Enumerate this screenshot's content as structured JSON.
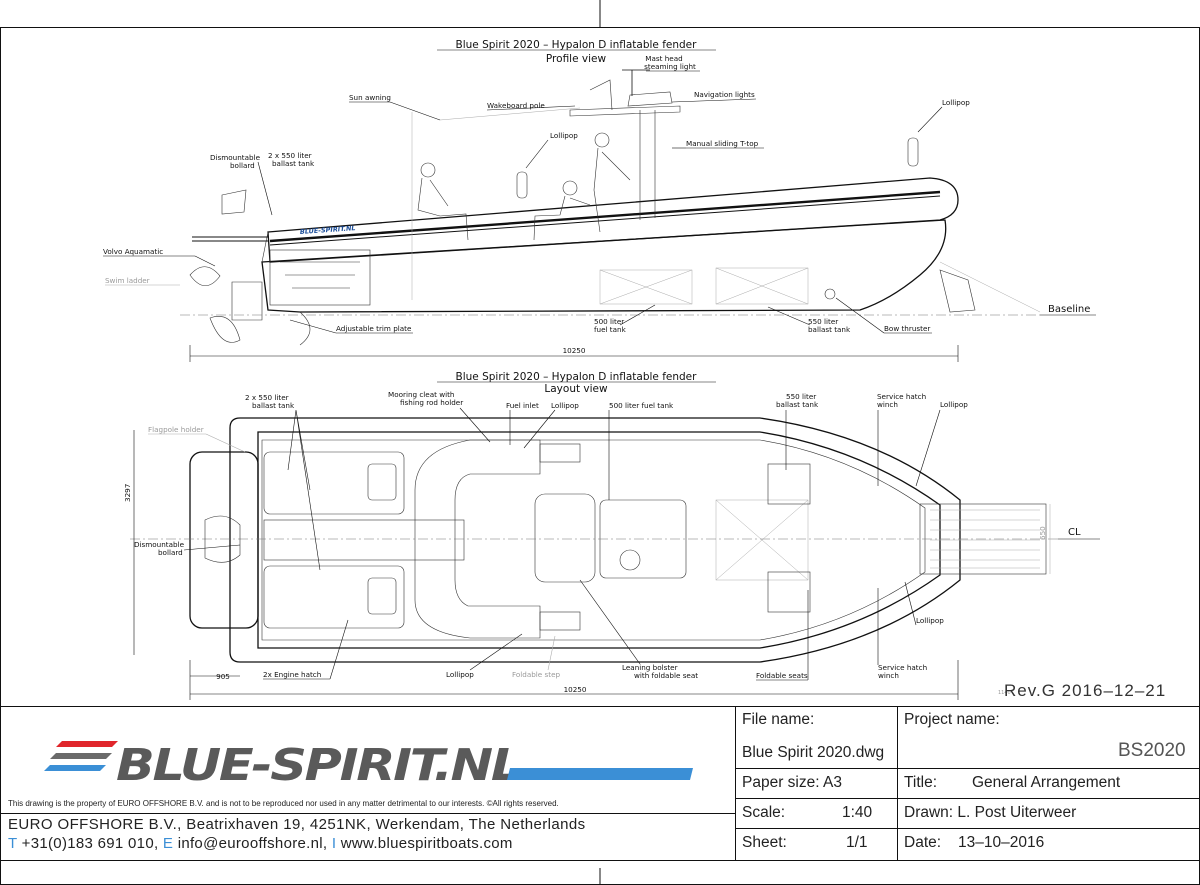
{
  "profile": {
    "title": "Blue Spirit 2020 – Hypalon D inflatable fender",
    "subtitle": "Profile view",
    "labels": {
      "mast_head_1": "Mast head",
      "mast_head_2": "steaming light",
      "navigation_lights": "Navigation lights",
      "wakeboard_pole": "Wakeboard pole",
      "sun_awning": "Sun awning",
      "lollipop_right": "Lollipop",
      "lollipop_center": "Lollipop",
      "manual_sliding": "Manual sliding T-top",
      "dismountable_1": "Dismountable",
      "dismountable_2": "bollard",
      "ballast_1": "2 x 550 liter",
      "ballast_2": "ballast tank",
      "volvo": "Volvo Aquamatic",
      "swim_ladder": "Swim ladder",
      "baseline": "Baseline",
      "fuel_1": "500 liter",
      "fuel_2": "fuel tank",
      "ballast550_1": "550 liter",
      "ballast550_2": "ballast tank",
      "bow_thruster": "Bow thruster",
      "trim_plate": "Adjustable trim plate",
      "hull_brand": "BLUE-SPIRIT.NL",
      "length": "10250"
    }
  },
  "layout": {
    "title": "Blue Spirit 2020 – Hypalon D inflatable fender",
    "subtitle": "Layout view",
    "labels": {
      "ballast_1": "2 x 550 liter",
      "ballast_2": "ballast tank",
      "mooring_1": "Mooring cleat with",
      "mooring_2": "fishing rod holder",
      "fuel_inlet": "Fuel inlet",
      "lollipop_top": "Lollipop",
      "fuel_tank": "500 liter fuel tank",
      "ballast550_1": "550 liter",
      "ballast550_2": "ballast tank",
      "service_top_1": "Service hatch",
      "service_top_2": "winch",
      "lollipop_right": "Lollipop",
      "flagpole": "Flagpole holder",
      "beam": "3297",
      "dismountable_1": "Dismountable",
      "dismountable_2": "bollard",
      "cl": "CL",
      "small_dim": "650",
      "lollipop_low_right": "Lollipop",
      "service_bot_1": "Service hatch",
      "service_bot_2": "winch",
      "dim_905": "905",
      "engine_hatch": "2x Engine hatch",
      "lollipop_bottom": "Lollipop",
      "foldable_step": "Foldable step",
      "bolster_1": "Leaning bolster",
      "bolster_2": "with foldable seat",
      "foldable_seats": "Foldable seats",
      "length": "10250",
      "small_dim2": "1140"
    }
  },
  "revision": "Rev.G  2016–12–21",
  "title_block": {
    "file_name_label": "File name:",
    "file_name_value": "Blue Spirit 2020.dwg",
    "paper_size_label": "Paper size: A3",
    "scale_label": "Scale:",
    "scale_value": "1:40",
    "sheet_label": "Sheet:",
    "sheet_value": "1/1",
    "project_name_label": "Project name:",
    "project_name_value": "BS2020",
    "title_label": "Title:",
    "title_value": "General Arrangement",
    "drawn": "Drawn: L. Post Uiterweer",
    "date_label": "Date:",
    "date_value": "13–10–2016"
  },
  "company": {
    "logo_text": "BLUE-SPIRIT.NL",
    "disclaimer": "This drawing is the property of EURO OFFSHORE B.V. and is not to be reproduced nor used in any matter detrimental to our interests. ©All rights reserved.",
    "address": "EURO OFFSHORE B.V., Beatrixhaven 19, 4251NK, Werkendam, The Netherlands",
    "t_letter": "T",
    "phone": "+31(0)183 691 010,",
    "e_letter": "E",
    "email": "info@eurooffshore.nl,",
    "i_letter": "I",
    "website": "www.bluespiritboats.com"
  },
  "colors": {
    "accent_blue": "#3b8fd6",
    "accent_red": "#e0262b",
    "logo_dark": "#5a5a5a"
  }
}
